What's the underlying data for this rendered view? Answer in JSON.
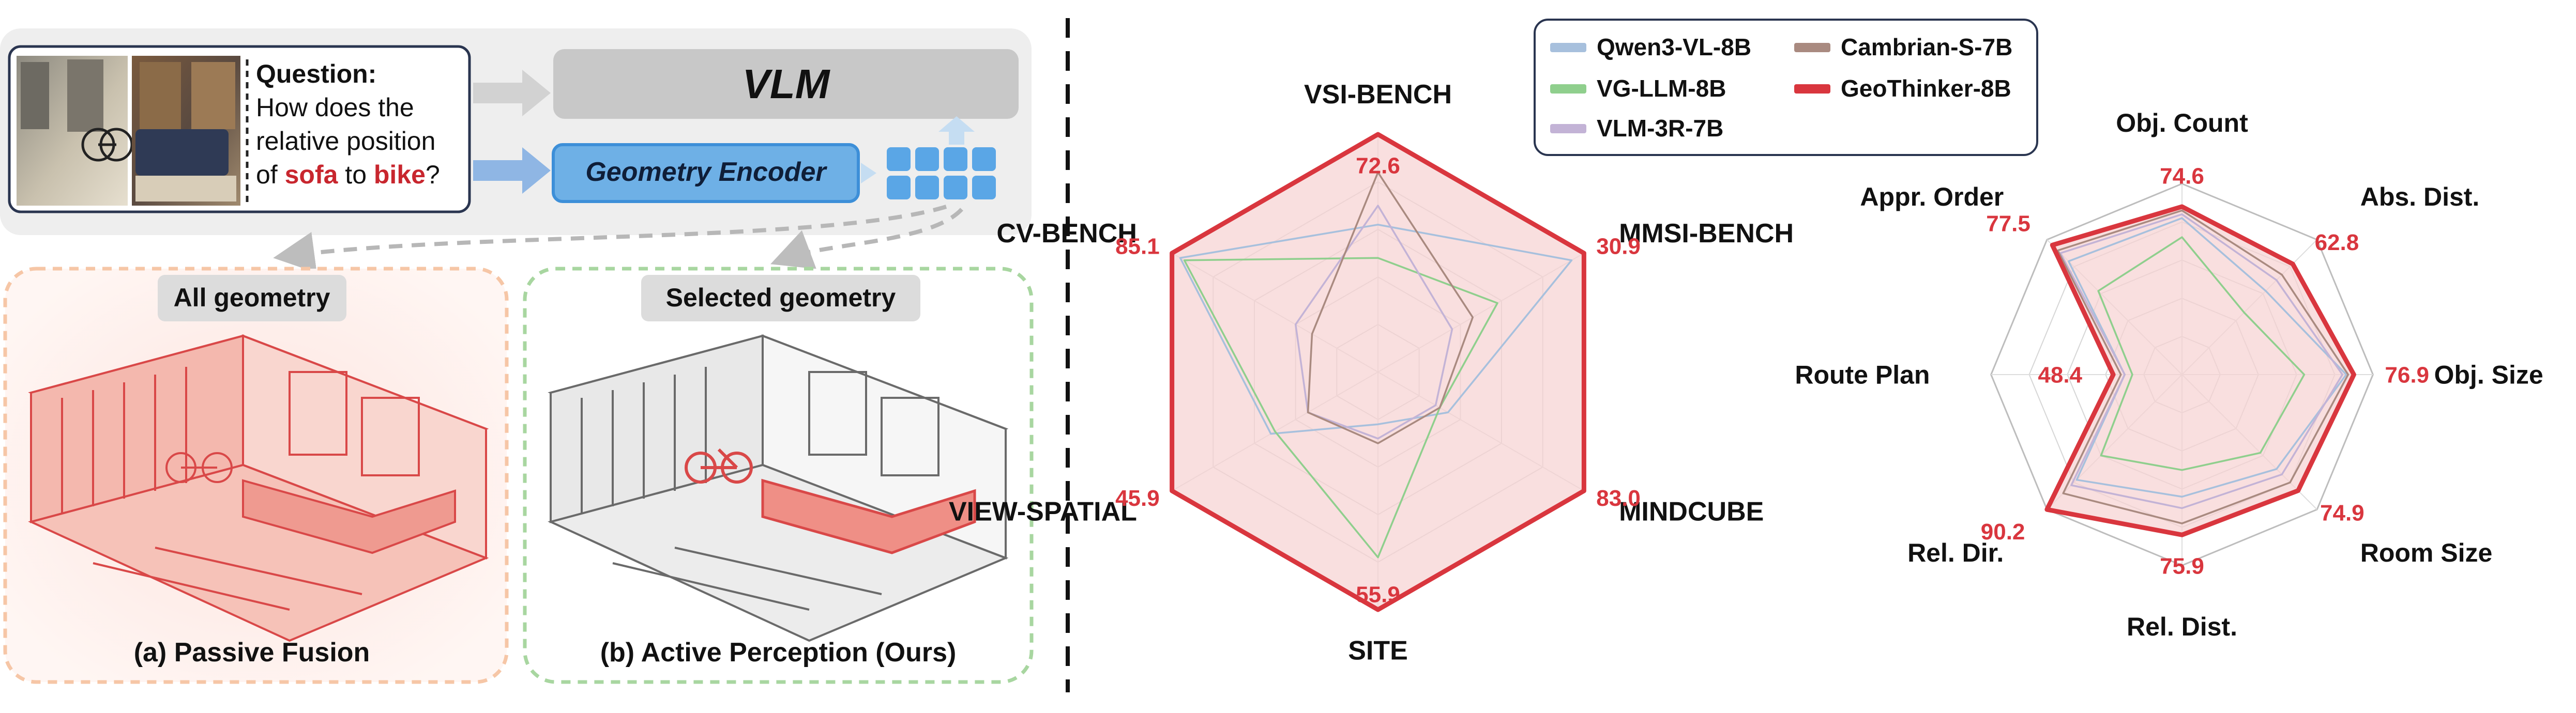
{
  "question": {
    "label": "Question:",
    "line1": "How does the",
    "line2": "relative position",
    "line3_pre": "of ",
    "obj1": "sofa",
    "line3_mid": " to ",
    "obj2": "bike",
    "line3_post": "?"
  },
  "vlm_label": "VLM",
  "encoder_label": "Geometry  Encoder",
  "panels": {
    "left_tag": "All geometry",
    "right_tag": "Selected geometry",
    "left_caption": "(a) Passive Fusion",
    "right_caption": "(b) Active Perception (Ours)"
  },
  "colors": {
    "geothinker": "#d9363e",
    "qwen": "#a7c0dd",
    "vgllm": "#8fcf8d",
    "vlm3r": "#c3b3d6",
    "cambrian": "#a98a80",
    "fill": "#f6d2d2"
  },
  "legend": [
    {
      "name": "Qwen3-VL-8B",
      "color": "#a7c0dd"
    },
    {
      "name": "Cambrian-S-7B",
      "color": "#a98a80"
    },
    {
      "name": "VG-LLM-8B",
      "color": "#8fcf8d"
    },
    {
      "name": "GeoThinker-8B",
      "color": "#d9363e"
    },
    {
      "name": "VLM-3R-7B",
      "color": "#c3b3d6"
    }
  ],
  "chart_data": [
    {
      "type": "radar",
      "axes": [
        "VSI-BENCH",
        "MMSI-BENCH",
        "MINDCUBE",
        "SITE",
        "VIEW-SPATIAL",
        "CV-BENCH"
      ],
      "value_labels": [
        "72.6",
        "30.9",
        "83.0",
        "55.9",
        "45.9",
        "85.1"
      ],
      "series": [
        {
          "name": "GeoThinker-8B",
          "values": [
            1.0,
            1.0,
            1.0,
            1.0,
            1.0,
            1.0
          ]
        },
        {
          "name": "Qwen3-VL-8B",
          "values": [
            0.62,
            0.94,
            0.34,
            0.22,
            0.52,
            0.96
          ]
        },
        {
          "name": "VG-LLM-8B",
          "values": [
            0.48,
            0.58,
            0.3,
            0.78,
            0.5,
            0.94
          ]
        },
        {
          "name": "VLM-3R-7B",
          "values": [
            0.7,
            0.36,
            0.28,
            0.28,
            0.34,
            0.4
          ]
        },
        {
          "name": "Cambrian-S-7B",
          "values": [
            0.84,
            0.46,
            0.3,
            0.3,
            0.34,
            0.32
          ]
        }
      ]
    },
    {
      "type": "radar",
      "axes": [
        "Obj. Count",
        "Abs. Dist.",
        "Obj. Size",
        "Room Size",
        "Rel. Dist.",
        "Rel. Dir.",
        "Route Plan",
        "Appr. Order"
      ],
      "value_labels": [
        "74.6",
        "62.8",
        "76.9",
        "74.9",
        "75.9",
        "90.2",
        "48.4",
        "77.5"
      ],
      "series": [
        {
          "name": "GeoThinker-8B",
          "values": [
            0.88,
            0.82,
            0.9,
            0.86,
            0.84,
            1.0,
            0.36,
            0.96
          ]
        },
        {
          "name": "Qwen3-VL-8B",
          "values": [
            0.82,
            0.62,
            0.86,
            0.7,
            0.64,
            0.78,
            0.3,
            0.84
          ]
        },
        {
          "name": "VG-LLM-8B",
          "values": [
            0.72,
            0.46,
            0.64,
            0.58,
            0.5,
            0.6,
            0.26,
            0.62
          ]
        },
        {
          "name": "VLM-3R-7B",
          "values": [
            0.84,
            0.7,
            0.84,
            0.74,
            0.7,
            0.82,
            0.3,
            0.9
          ]
        },
        {
          "name": "Cambrian-S-7B",
          "values": [
            0.86,
            0.74,
            0.87,
            0.8,
            0.78,
            0.88,
            0.32,
            0.92
          ]
        }
      ]
    }
  ]
}
